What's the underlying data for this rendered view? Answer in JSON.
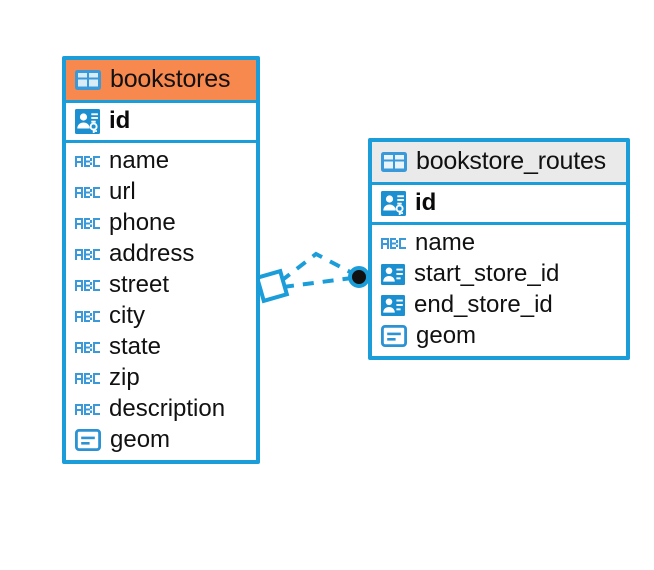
{
  "diagram": {
    "type": "entity-relationship-diagram",
    "background_color": "#ffffff",
    "accent_color": "#1b9dd9",
    "highlight_color": "#f7884e",
    "header_grey": "#eaeaea"
  },
  "entities": [
    {
      "name": "bookstores",
      "header_icon": "table-icon",
      "header_style": "orange",
      "primary_key": {
        "label": "id",
        "icon": "primary-key-icon"
      },
      "fields": [
        {
          "label": "name",
          "icon": "abc-text-icon"
        },
        {
          "label": "url",
          "icon": "abc-text-icon"
        },
        {
          "label": "phone",
          "icon": "abc-text-icon"
        },
        {
          "label": "address",
          "icon": "abc-text-icon"
        },
        {
          "label": "street",
          "icon": "abc-text-icon"
        },
        {
          "label": "city",
          "icon": "abc-text-icon"
        },
        {
          "label": "state",
          "icon": "abc-text-icon"
        },
        {
          "label": "zip",
          "icon": "abc-text-icon"
        },
        {
          "label": "description",
          "icon": "abc-text-icon"
        },
        {
          "label": "geom",
          "icon": "geometry-icon"
        }
      ]
    },
    {
      "name": "bookstore_routes",
      "header_icon": "table-icon",
      "header_style": "grey",
      "primary_key": {
        "label": "id",
        "icon": "primary-key-icon"
      },
      "fields": [
        {
          "label": "name",
          "icon": "abc-text-icon"
        },
        {
          "label": "start_store_id",
          "icon": "foreign-key-icon"
        },
        {
          "label": "end_store_id",
          "icon": "foreign-key-icon"
        },
        {
          "label": "geom",
          "icon": "geometry-icon"
        }
      ]
    }
  ],
  "relationship": {
    "source_marker": "diamond-endpoint",
    "target_marker": "filled-circle-endpoint",
    "line_style": "dashed",
    "color": "#1b9dd9"
  }
}
